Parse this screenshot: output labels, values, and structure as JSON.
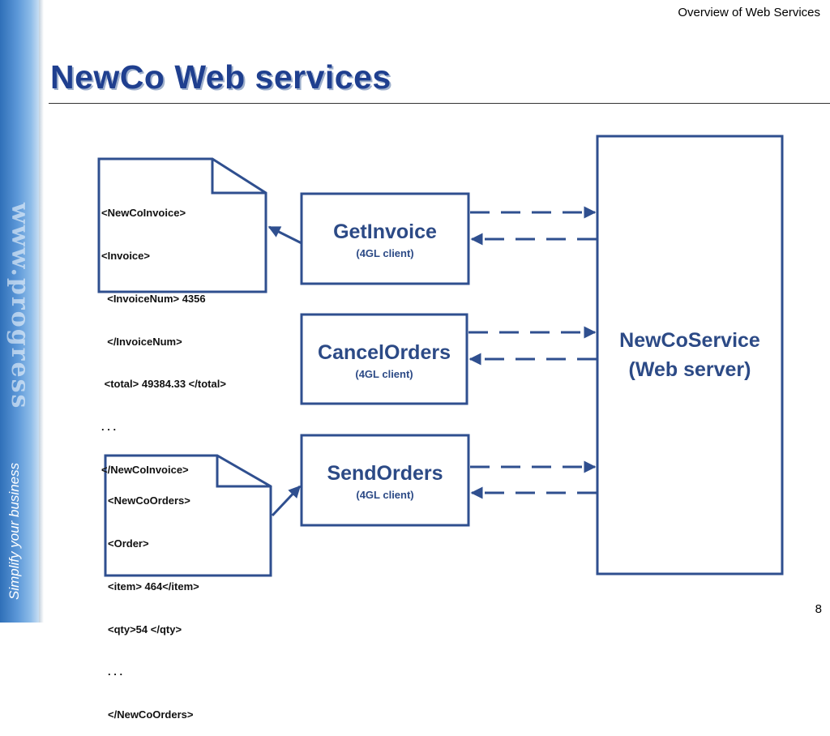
{
  "header": {
    "section_label": "Overview of Web Services"
  },
  "slide": {
    "title": "NewCo Web services",
    "page_number": "8"
  },
  "sidebar": {
    "tagline": "Simplify your business",
    "watermark": "www.progress"
  },
  "colors": {
    "box_border": "#2f4f8f",
    "title": "#1f3f8f",
    "sidebar": "#4f8bd0"
  },
  "diagram": {
    "invoice_doc": {
      "lines": [
        "<NewCoInvoice>",
        "<Invoice>",
        "  <InvoiceNum> 4356",
        "  </InvoiceNum>",
        " <total> 49384.33 </total>",
        ". . .",
        "</NewCoInvoice>"
      ]
    },
    "orders_doc": {
      "lines": [
        "<NewCoOrders>",
        "<Order>",
        "<item> 464</item>",
        "<qty>54 </qty>",
        ". . .",
        "</NewCoOrders>"
      ]
    },
    "clients": [
      {
        "name": "GetInvoice",
        "sub": "(4GL client)"
      },
      {
        "name": "CancelOrders",
        "sub": "(4GL client)"
      },
      {
        "name": "SendOrders",
        "sub": "(4GL client)"
      }
    ],
    "server": {
      "line1": "NewCoService",
      "line2": "(Web server)"
    }
  }
}
